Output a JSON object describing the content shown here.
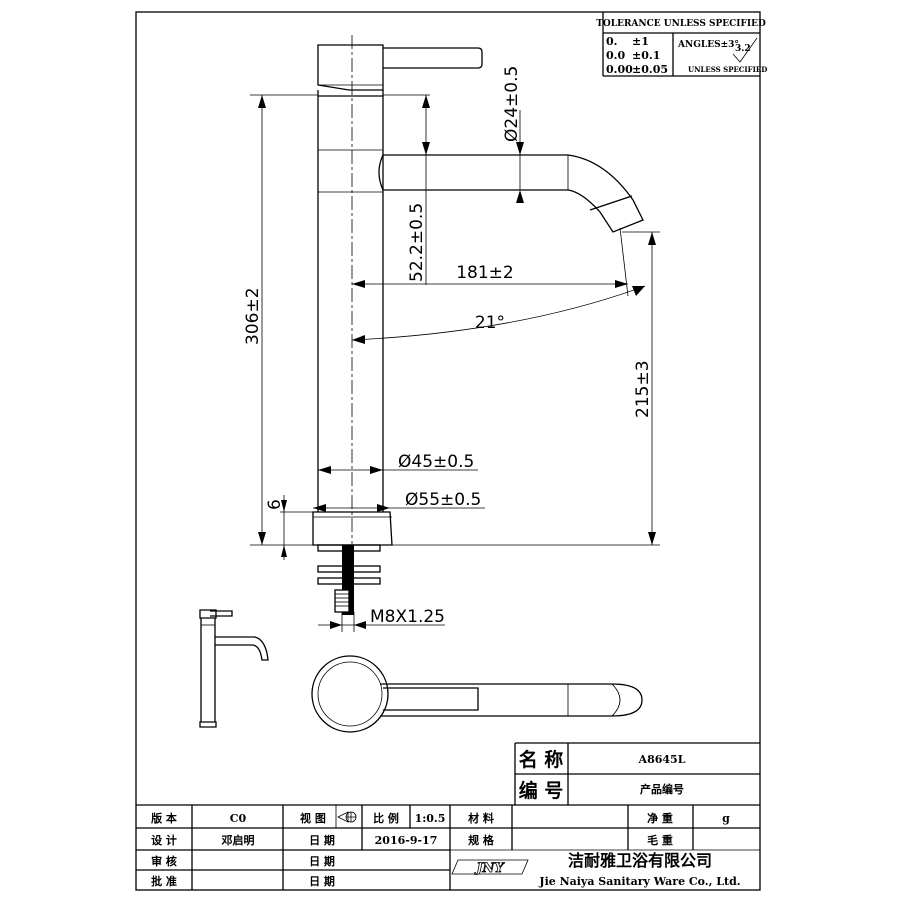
{
  "tolerance": {
    "title": "TOLERANCE UNLESS SPECIFIED",
    "rows": [
      {
        "fmt": "0.",
        "tol": "±1"
      },
      {
        "fmt": "0.0",
        "tol": "±0.1"
      },
      {
        "fmt": "0.00",
        "tol": "±0.05"
      }
    ],
    "angles": "ANGLES±3°",
    "roughness": "3.2",
    "roughness_note": "UNLESS SPECIFIED"
  },
  "dimensions": {
    "dia_24": "Ø24±0.5",
    "h_52": "52.2±0.5",
    "reach_181": "181±2",
    "angle_21": "21°",
    "height_306": "306±2",
    "height_215": "215±3",
    "dia_45": "Ø45±0.5",
    "dia_55": "Ø55±0.5",
    "base_6": "6",
    "thread": "M8X1.25"
  },
  "title_block": {
    "name_label": "名 称",
    "name_value": "A8645L",
    "number_label": "编 号",
    "number_value": "产品编号",
    "version_label": "版 本",
    "version_value": "C0",
    "view_label": "视 图",
    "scale_label": "比 例",
    "scale_value": "1:0.5",
    "material_label": "材 料",
    "net_weight_label": "净 重",
    "net_weight_unit": "g",
    "design_label": "设 计",
    "designer": "邓启明",
    "date_label": "日 期",
    "date_value": "2016-9-17",
    "spec_label": "规 格",
    "gross_weight_label": "毛 重",
    "review_label": "审 核",
    "approve_label": "批 准",
    "logo_text": "JNY",
    "company_cn": "洁耐雅卫浴有限公司",
    "company_en": "Jie Naiya Sanitary Ware Co., Ltd."
  }
}
